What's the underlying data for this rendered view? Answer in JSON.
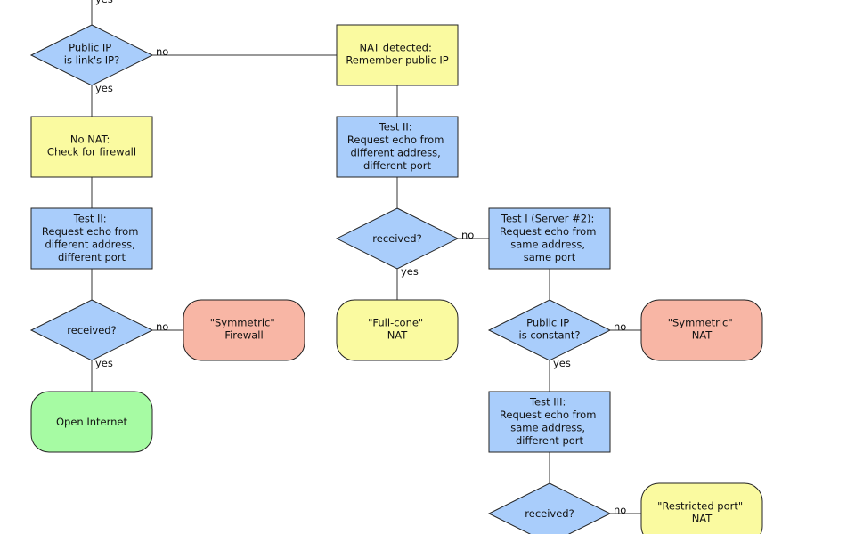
{
  "colors": {
    "process": "#fafaa0",
    "test": "#a9cdfb",
    "decision": "#a9cdfb",
    "result_red": "#f8b6a5",
    "result_yellow": "#fafaa0",
    "result_green": "#a6fba3",
    "stroke": "#222222"
  },
  "edge_labels": {
    "yes": "yes",
    "no": "no"
  },
  "nodes": {
    "d_public_ip_link": {
      "lines": [
        "Public IP",
        "is link's IP?"
      ]
    },
    "p_nat_detected": {
      "lines": [
        "NAT detected:",
        "Remember public IP"
      ]
    },
    "p_no_nat": {
      "lines": [
        "No NAT:",
        "Check for firewall"
      ]
    },
    "t_test2_left": {
      "lines": [
        "Test II:",
        "Request echo from",
        "different address,",
        "different port"
      ]
    },
    "t_test2_mid": {
      "lines": [
        "Test II:",
        "Request echo from",
        "different address,",
        "different port"
      ]
    },
    "d_received_mid": {
      "lines": [
        "received?"
      ]
    },
    "t_test1_server2": {
      "lines": [
        "Test I (Server #2):",
        "Request echo from",
        "same address,",
        "same port"
      ]
    },
    "d_received_left": {
      "lines": [
        "received?"
      ]
    },
    "r_symmetric_firewall": {
      "lines": [
        "\"Symmetric\"",
        "Firewall"
      ]
    },
    "r_full_cone": {
      "lines": [
        "\"Full-cone\"",
        "NAT"
      ]
    },
    "d_public_ip_constant": {
      "lines": [
        "Public IP",
        "is constant?"
      ]
    },
    "r_symmetric_nat": {
      "lines": [
        "\"Symmetric\"",
        "NAT"
      ]
    },
    "r_open_internet": {
      "lines": [
        "Open Internet"
      ]
    },
    "t_test3": {
      "lines": [
        "Test III:",
        "Request echo from",
        "same address,",
        "different port"
      ]
    },
    "d_received_bottom": {
      "lines": [
        "received?"
      ]
    },
    "r_restricted_port": {
      "lines": [
        "\"Restricted port\"",
        "NAT"
      ]
    }
  }
}
